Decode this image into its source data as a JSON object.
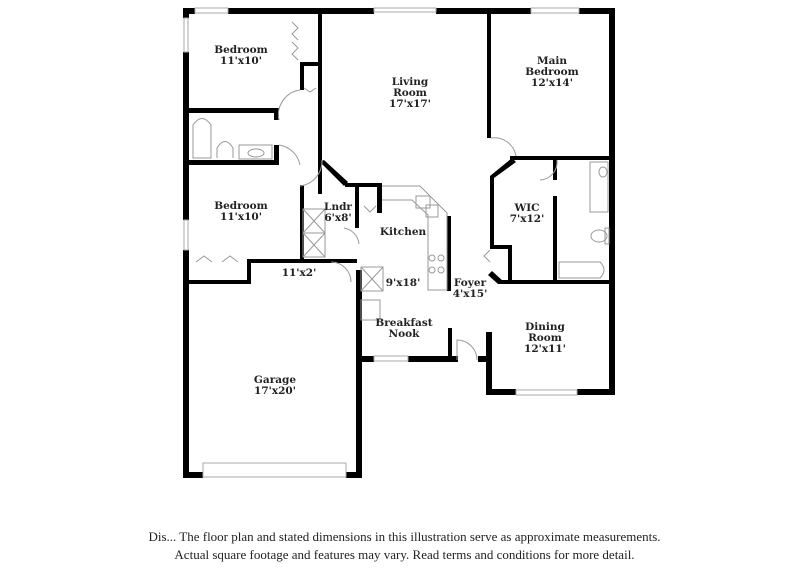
{
  "floorplan": {
    "rooms": [
      {
        "id": "bedroom-1",
        "name": "Bedroom",
        "size": "11'x10'"
      },
      {
        "id": "living-room",
        "name_line1": "Living",
        "name_line2": "Room",
        "size": "17'x17'"
      },
      {
        "id": "main-bedroom",
        "name_line1": "Main",
        "name_line2": "Bedroom",
        "size": "12'x14'"
      },
      {
        "id": "bedroom-2",
        "name": "Bedroom",
        "size": "11'x10'"
      },
      {
        "id": "laundry",
        "name": "Lndr",
        "size": "6'x8'"
      },
      {
        "id": "kitchen",
        "name": "Kitchen",
        "size": "9'x18'"
      },
      {
        "id": "wic",
        "name": "WIC",
        "size": "7'x12'"
      },
      {
        "id": "hall",
        "size": "11'x2'"
      },
      {
        "id": "foyer",
        "name": "Foyer",
        "size": "4'x15'"
      },
      {
        "id": "breakfast-nook",
        "name_line1": "Breakfast",
        "name_line2": "Nook"
      },
      {
        "id": "dining-room",
        "name_line1": "Dining",
        "name_line2": "Room",
        "size": "12'x11'"
      },
      {
        "id": "garage",
        "name": "Garage",
        "size": "17'x20'"
      }
    ],
    "colors": {
      "wall": "#000000",
      "fixture": "#999999",
      "window": "#bbbbbb",
      "background": "#ffffff"
    }
  },
  "disclaimer": {
    "line1": "Dis... The floor plan and stated dimensions in this illustration serve as approximate measurements.",
    "line2": "Actual square footage and features may vary. Read terms and conditions for more detail."
  }
}
